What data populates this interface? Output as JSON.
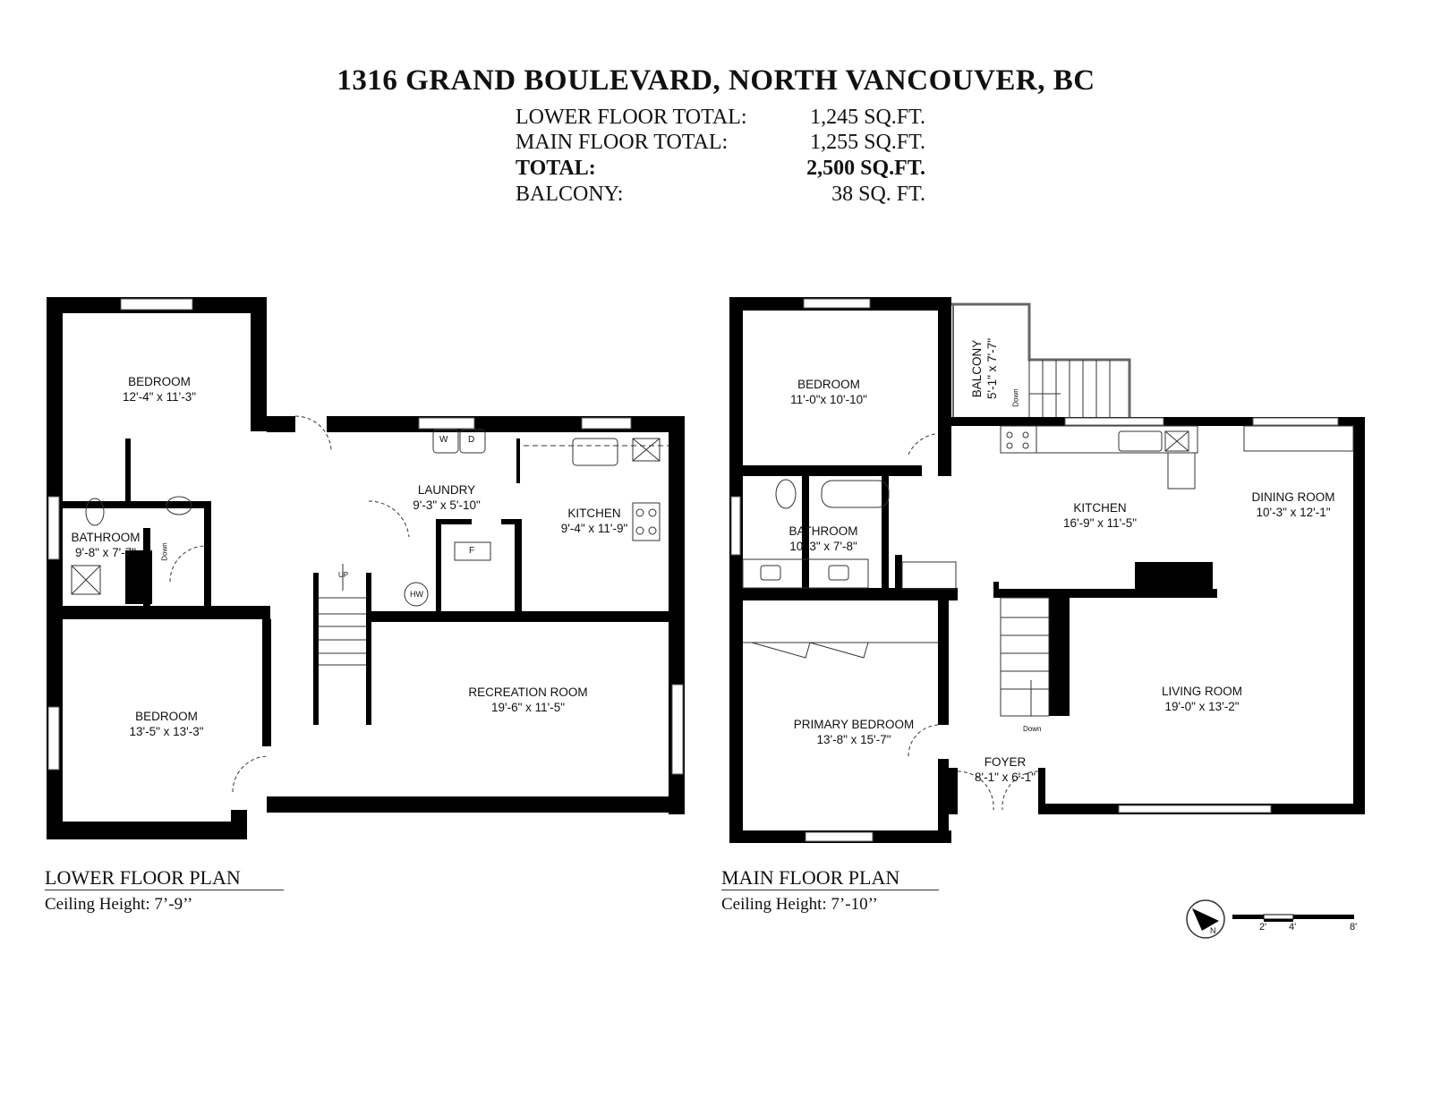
{
  "title": "1316 GRAND BOULEVARD, NORTH VANCOUVER, BC",
  "totals": [
    {
      "label": "LOWER FLOOR TOTAL:",
      "value": "1,245 SQ.FT.",
      "bold": false
    },
    {
      "label": "MAIN FLOOR TOTAL:",
      "value": "1,255 SQ.FT.",
      "bold": false
    },
    {
      "label": "TOTAL:",
      "value": "2,500 SQ.FT.",
      "bold": true
    },
    {
      "label": "BALCONY:",
      "value": "38 SQ. FT.",
      "bold": false
    }
  ],
  "lower_floor": {
    "title": "LOWER FLOOR PLAN",
    "ceiling": "Ceiling Height: 7’-9’’",
    "rooms": [
      {
        "name": "BEDROOM",
        "size": "12'-4\" x  11'-3\""
      },
      {
        "name": "BATHROOM",
        "size": "9'-8\"  x  7'-7\""
      },
      {
        "name": "LAUNDRY",
        "size": "9'-3\"  x 5'-10\""
      },
      {
        "name": "KITCHEN",
        "size": "9'-4\"  x  11'-9\""
      },
      {
        "name": "BEDROOM",
        "size": "13'-5\" x  13'-3\""
      },
      {
        "name": "RECREATION ROOM",
        "size": "19'-6\" x  11'-5\""
      }
    ],
    "fixtures": {
      "washer": "W",
      "dryer": "D",
      "furnace": "F",
      "hot_water": "HW",
      "stairs": "UP",
      "down": "Down"
    }
  },
  "main_floor": {
    "title": "MAIN FLOOR PLAN",
    "ceiling": "Ceiling Height: 7’-10’’",
    "rooms": [
      {
        "name": "BEDROOM",
        "size": "11'-0\"x 10'-10\""
      },
      {
        "name": "BALCONY",
        "size": "5'-1\"  x  7'-7\""
      },
      {
        "name": "KITCHEN",
        "size": "16'-9\" x  11'-5\""
      },
      {
        "name": "DINING ROOM",
        "size": "10'-3\" x  12'-1\""
      },
      {
        "name": "BATHROOM",
        "size": "10'-3\" x  7'-8\""
      },
      {
        "name": "LIVING ROOM",
        "size": "19'-0\" x  13'-2\""
      },
      {
        "name": "PRIMARY BEDROOM",
        "size": "13'-8\" x  15'-7\""
      },
      {
        "name": "FOYER",
        "size": "8'-1\"  x  6'-1\""
      }
    ],
    "stairs_down": "Down",
    "balcony_down": "Down"
  },
  "scale": {
    "ticks": [
      "2'",
      "4'",
      "8'"
    ],
    "north": "N"
  },
  "colors": {
    "wall": "#000000",
    "line": "#333333",
    "background": "#ffffff"
  }
}
